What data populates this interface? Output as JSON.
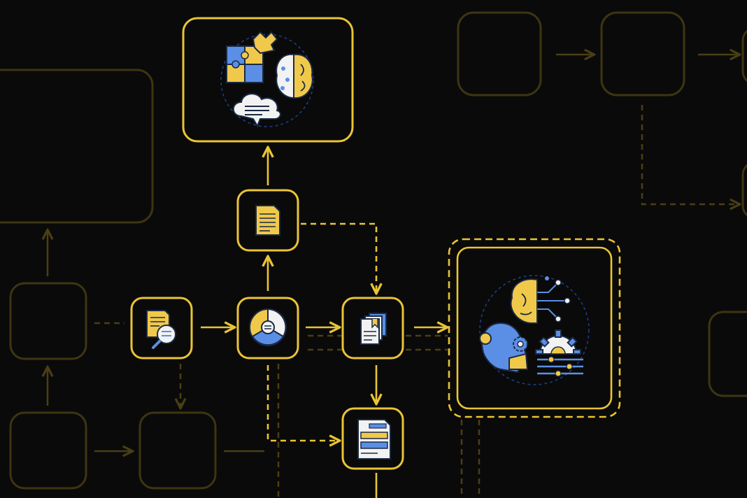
{
  "colors": {
    "background": "#0a0a0a",
    "accent": "#e9c435",
    "dim": "#4a3f14",
    "icon_blue": "#5b8fe6",
    "icon_yellow": "#f1c94a",
    "icon_white": "#f2f2f2",
    "icon_dark": "#1b2a44"
  },
  "nodes": [
    {
      "id": "ai-brain-puzzle",
      "icon": "brain-puzzle-cloud-icon",
      "highlighted": true
    },
    {
      "id": "document",
      "icon": "document-icon",
      "highlighted": true
    },
    {
      "id": "document-search",
      "icon": "document-search-icon",
      "highlighted": true
    },
    {
      "id": "data-processing",
      "icon": "pie-chart-database-icon",
      "highlighted": true
    },
    {
      "id": "document-stack",
      "icon": "document-stack-icon",
      "highlighted": true
    },
    {
      "id": "structured-output",
      "icon": "form-document-icon",
      "highlighted": true
    },
    {
      "id": "ai-automation",
      "icon": "ai-head-gears-icon",
      "highlighted": true
    },
    {
      "id": "faded-node",
      "icon": "",
      "highlighted": false
    }
  ],
  "edges": [
    {
      "from": "document-search",
      "to": "data-processing",
      "style": "solid"
    },
    {
      "from": "data-processing",
      "to": "document-stack",
      "style": "solid"
    },
    {
      "from": "document-stack",
      "to": "ai-automation",
      "style": "solid"
    },
    {
      "from": "data-processing",
      "to": "document",
      "style": "solid"
    },
    {
      "from": "document",
      "to": "ai-brain-puzzle",
      "style": "solid"
    },
    {
      "from": "document",
      "to": "document-stack",
      "style": "dashed"
    },
    {
      "from": "document-stack",
      "to": "structured-output",
      "style": "solid"
    },
    {
      "from": "data-processing",
      "to": "structured-output",
      "style": "dashed"
    }
  ]
}
